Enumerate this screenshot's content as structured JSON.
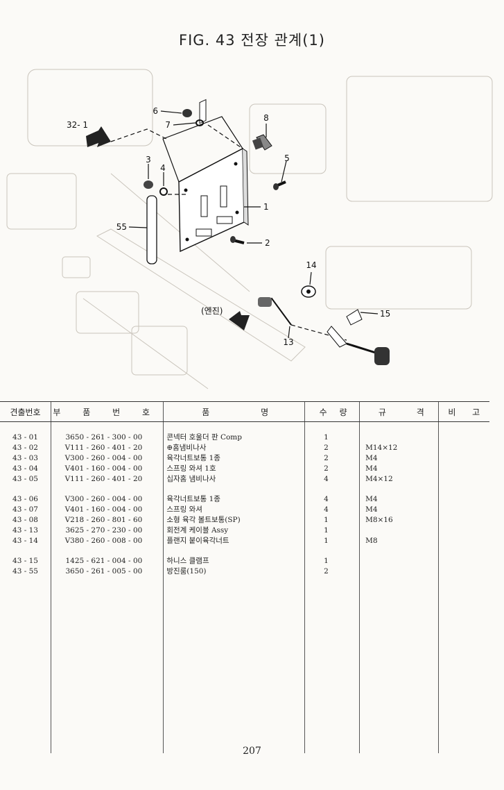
{
  "title": "FIG. 43 전장 관계(1)",
  "diagram": {
    "callouts": {
      "c1": "1",
      "c2": "2",
      "c3": "3",
      "c4": "4",
      "c5": "5",
      "c6": "6",
      "c7": "7",
      "c8": "8",
      "c13": "13",
      "c14": "14",
      "c15": "15",
      "c55": "55",
      "c32_1": "32- 1",
      "engine": "(엔진)"
    }
  },
  "table": {
    "headers": {
      "code": "견출번호",
      "part_no": "부 품 번 호",
      "name": "품 명",
      "qty": "수 량",
      "spec": "규 격",
      "note": "비 고"
    },
    "rows": [
      {
        "code": "43 - 01",
        "part_no": "3650 - 261 - 300 - 00",
        "name": "콘넥터 호울더 판 Comp",
        "qty": "1",
        "spec": "",
        "note": ""
      },
      {
        "code": "43 - 02",
        "part_no": "V111 - 260 - 401 - 20",
        "name": "⊕홈냄비나사",
        "qty": "2",
        "spec": "M14×12",
        "note": ""
      },
      {
        "code": "43 - 03",
        "part_no": "V300 - 260 - 004 - 00",
        "name": "육각너트보통 1종",
        "qty": "2",
        "spec": "M4",
        "note": ""
      },
      {
        "code": "43 - 04",
        "part_no": "V401 - 160 - 004 - 00",
        "name": "스프링 와셔 1호",
        "qty": "2",
        "spec": "M4",
        "note": ""
      },
      {
        "code": "43 - 05",
        "part_no": "V111 - 260 - 401 - 20",
        "name": "십자홈 냄비나사",
        "qty": "4",
        "spec": "M4×12",
        "note": ""
      },
      {
        "code": "43 - 06",
        "part_no": "V300 - 260 - 004 - 00",
        "name": "육각너트보통 1종",
        "qty": "4",
        "spec": "M4",
        "note": ""
      },
      {
        "code": "43 - 07",
        "part_no": "V401 - 160 - 004 - 00",
        "name": "스프링 와셔",
        "qty": "4",
        "spec": "M4",
        "note": ""
      },
      {
        "code": "43 - 08",
        "part_no": "V218 - 260 - 801 - 60",
        "name": "소형 육각 볼트보통(SP)",
        "qty": "1",
        "spec": "M8×16",
        "note": ""
      },
      {
        "code": "43 - 13",
        "part_no": "3625 - 270 - 230 - 00",
        "name": "회전계 케이블 Assy",
        "qty": "1",
        "spec": "",
        "note": ""
      },
      {
        "code": "43 - 14",
        "part_no": "V380 - 260 - 008 - 00",
        "name": "플랜지 붙이육각너트",
        "qty": "1",
        "spec": "M8",
        "note": ""
      },
      {
        "code": "43 - 15",
        "part_no": "1425 - 621 - 004 - 00",
        "name": "하니스 클램프",
        "qty": "1",
        "spec": "",
        "note": ""
      },
      {
        "code": "43 - 55",
        "part_no": "3650 - 261 - 005 - 00",
        "name": "방진룸(150)",
        "qty": "2",
        "spec": "",
        "note": ""
      }
    ]
  },
  "page_number": "207"
}
